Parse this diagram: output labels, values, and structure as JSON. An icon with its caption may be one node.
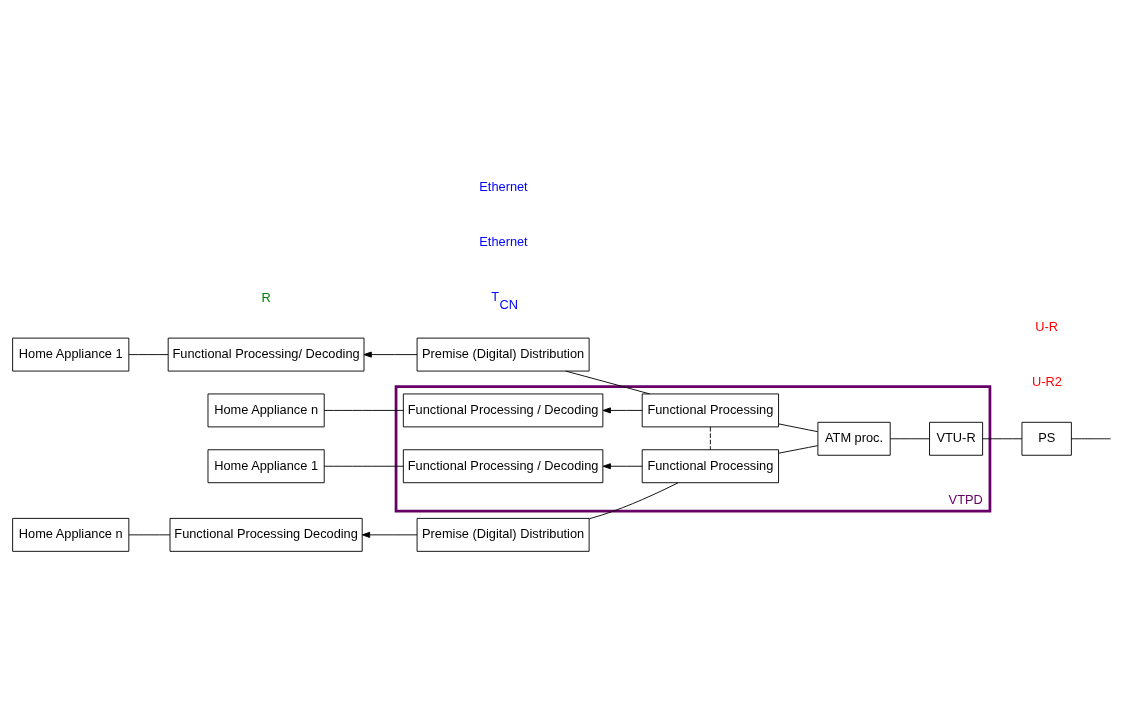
{
  "diagram": {
    "nodes": [
      {
        "text": [
          "Home Appliance 1"
        ]
      },
      {
        "text": [
          "Functional Processing/ Decoding"
        ]
      },
      {
        "text": [
          "Premise (Digital) Distribution"
        ]
      },
      {
        "text": [
          "VTPD"
        ]
      },
      {
        "text": [
          "Home Appliance n"
        ]
      },
      {
        "text": [
          "Functional Processing / Decoding"
        ],
        "in": 3
      },
      {
        "text": [
          "Functional Processing"
        ],
        "in": 3
      },
      {
        "text": [
          "ATM proc."
        ],
        "in": 3
      },
      {
        "text": [
          "VTU-R"
        ],
        "in": 3
      },
      {
        "text": [
          "PS"
        ]
      },
      {
        "text": [
          "Home Appliance 1"
        ]
      },
      {
        "text": [
          "Functional Processing / Decoding"
        ],
        "in": 3
      },
      {
        "text": [
          "Functional Processing"
        ],
        "in": 3
      },
      {
        "text": [
          "Home Appliance n"
        ]
      },
      {
        "text": [
          "Functional Processing Decoding"
        ]
      },
      {
        "text": [
          "Premise (Digital) Distribution"
        ]
      }
    ],
    "edges": [
      {
        "from": 0,
        "to": 1,
        "arrow": "none"
      },
      {
        "from": 2,
        "to": 1,
        "arrow": "to"
      },
      {
        "from": 2,
        "to": 6,
        "arrow": "none"
      },
      {
        "from": 4,
        "to": 5,
        "arrow": "none"
      },
      {
        "from": 6,
        "to": 5,
        "arrow": "to"
      },
      {
        "from": 6,
        "to": 7,
        "arrow": "none"
      },
      {
        "from": 7,
        "to": 8,
        "arrow": "none"
      },
      {
        "from": 8,
        "to": 9,
        "arrow": "none"
      },
      {
        "from": 9,
        "to": null,
        "arrow": "none"
      },
      {
        "from": 6,
        "to": 12,
        "arrow": "none",
        "style": "dashed"
      },
      {
        "from": 10,
        "to": 11,
        "arrow": "none"
      },
      {
        "from": 12,
        "to": 11,
        "arrow": "to"
      },
      {
        "from": 12,
        "to": 7,
        "arrow": "none"
      },
      {
        "from": 12,
        "to": 15,
        "arrow": "none"
      },
      {
        "from": 15,
        "to": 14,
        "arrow": "to"
      },
      {
        "from": 13,
        "to": 14,
        "arrow": "none"
      }
    ],
    "labels": [
      "R",
      "T$_{CN}$",
      "U-R2",
      "U-R",
      "Ethernet",
      "Ethernet"
    ]
  }
}
